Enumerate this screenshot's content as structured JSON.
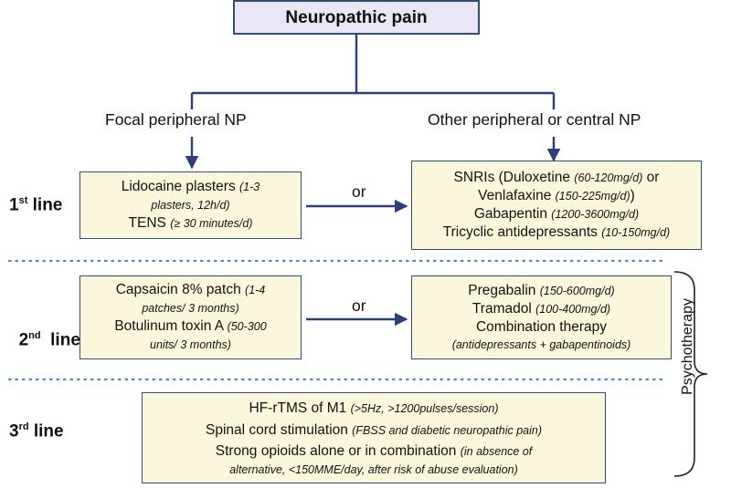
{
  "title": "Neuropathic pain",
  "branches": {
    "left": "Focal peripheral NP",
    "right": "Other peripheral or central NP"
  },
  "connector": "or",
  "line_labels": [
    {
      "num": "1",
      "sup": "st",
      "word": " line"
    },
    {
      "num": "2",
      "sup": "nd",
      "word": "  line"
    },
    {
      "num": "3",
      "sup": "rd",
      "word": " line"
    }
  ],
  "first_line": {
    "left": [
      {
        "main": "Lidocaine plasters ",
        "note": "(1-3"
      },
      {
        "main": "",
        "note": "plasters, 12h/d)"
      },
      {
        "main": "TENS ",
        "note": "(≥ 30 minutes/d)"
      }
    ],
    "right": [
      {
        "main": "SNRIs (Duloxetine ",
        "note": "(60-120mg/d)",
        "tail": " or"
      },
      {
        "main": "Venlafaxine ",
        "note": "(150-225mg/d)",
        "tail": ")"
      },
      {
        "main": "Gabapentin ",
        "note": "(1200-3600mg/d)"
      },
      {
        "main": "Tricyclic antidepressants ",
        "note": "(10-150mg/d)"
      }
    ]
  },
  "second_line": {
    "left": [
      {
        "main": "Capsaicin 8% patch ",
        "note": "(1-4"
      },
      {
        "main": "",
        "note": "patches/ 3 months)"
      },
      {
        "main": "Botulinum toxin A ",
        "note": "(50-300"
      },
      {
        "main": "",
        "note": "units/ 3 months)"
      }
    ],
    "right": [
      {
        "main": "Pregabalin ",
        "note": "(150-600mg/d)"
      },
      {
        "main": "Tramadol ",
        "note": "(100-400mg/d)"
      },
      {
        "main": "Combination therapy",
        "note": ""
      },
      {
        "main": "",
        "note": "(antidepressants + gabapentinoids)"
      }
    ]
  },
  "third_line": [
    {
      "main": "HF-rTMS of M1 ",
      "note": "(>5Hz, >1200pulses/session)"
    },
    {
      "main": "Spinal cord stimulation ",
      "note": "(FBSS and diabetic neuropathic pain)"
    },
    {
      "main": "Strong opioids alone or in combination ",
      "note": "(in absence of"
    },
    {
      "main": "",
      "note": "alternative, <150MME/day, after risk of abuse evaluation)"
    }
  ],
  "side_label": "Psychotherapy",
  "colors": {
    "box_fill": "#fbf7dd",
    "title_fill": "#ebe6f6",
    "stroke": "#2c4f73",
    "divider": "#4a86c5"
  }
}
